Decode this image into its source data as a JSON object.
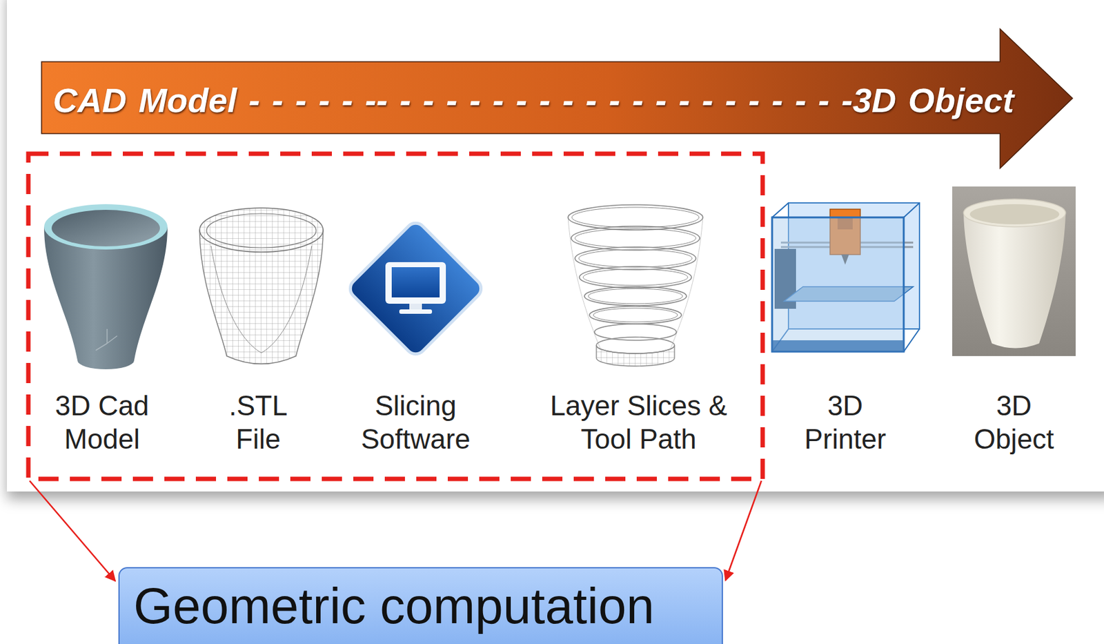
{
  "diagram": {
    "nodes": [
      {
        "text": [
          "CAD Model - - - - - -- - - - - - - - - - - - - - - - - - - - -3D Object"
        ]
      },
      {
        "text": [
          "Geometric computation"
        ]
      }
    ],
    "labels": [
      "3D Cad Model",
      ".STL File",
      "Slicing Software",
      "Layer Slices & Tool Path",
      "3D Printer",
      "3D Object"
    ]
  }
}
